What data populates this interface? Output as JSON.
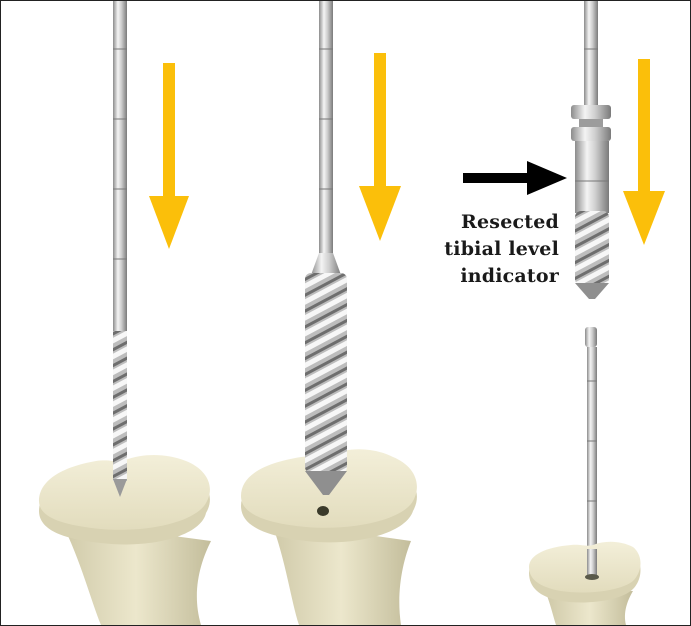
{
  "annotation": {
    "lines": [
      "Resected",
      "tibial level",
      "indicator"
    ]
  },
  "colors": {
    "direction_arrow": "#fbbf0a",
    "pointer_arrow": "#000000",
    "bone": "#ebe6cc",
    "bone_shadow": "#c8c2a2",
    "steel_light": "#f4f4f4",
    "steel_dark": "#8c8c8c",
    "frame": "#222222"
  },
  "icons": {
    "step1": "drill-pin-entering-tibia",
    "step2": "step-drill-entering-tibia",
    "step3": "drill-with-resected-tibial-level-indicator",
    "direction": "arrow-down",
    "pointer": "arrow-right"
  }
}
